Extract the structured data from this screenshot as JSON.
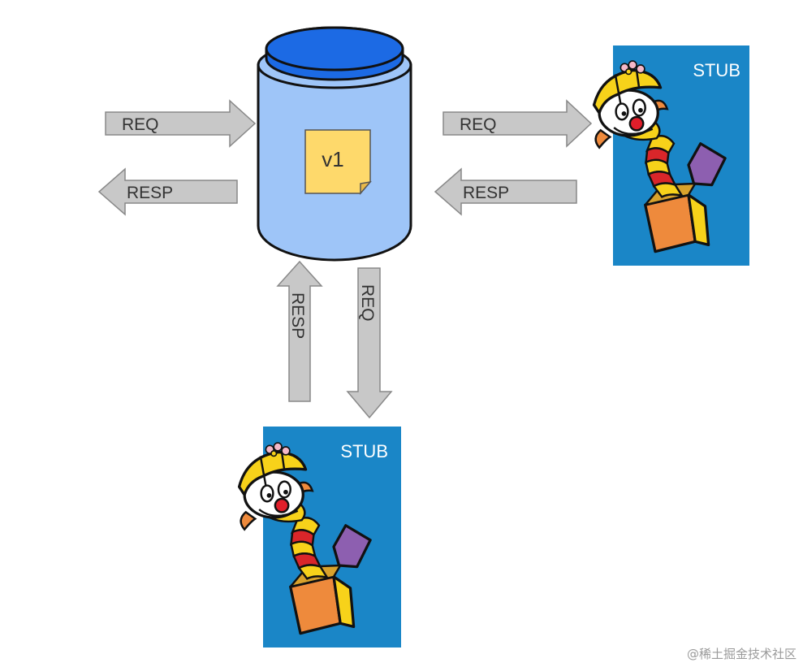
{
  "service": {
    "version_label": "v1"
  },
  "arrows": {
    "client_req": "REQ",
    "client_resp": "RESP",
    "stub_right_req": "REQ",
    "stub_right_resp": "RESP",
    "stub_bottom_req": "REQ",
    "stub_bottom_resp": "RESP"
  },
  "stubs": {
    "right_label": "STUB",
    "bottom_label": "STUB"
  },
  "watermark": "@稀土掘金技术社区",
  "colors": {
    "service_body": "#9ec5f8",
    "service_lid": "#1c6ae4",
    "stub_panel": "#1a86c7",
    "arrow_fill": "#c8c8c8",
    "note_fill": "#fed96b",
    "outline": "#111111"
  }
}
